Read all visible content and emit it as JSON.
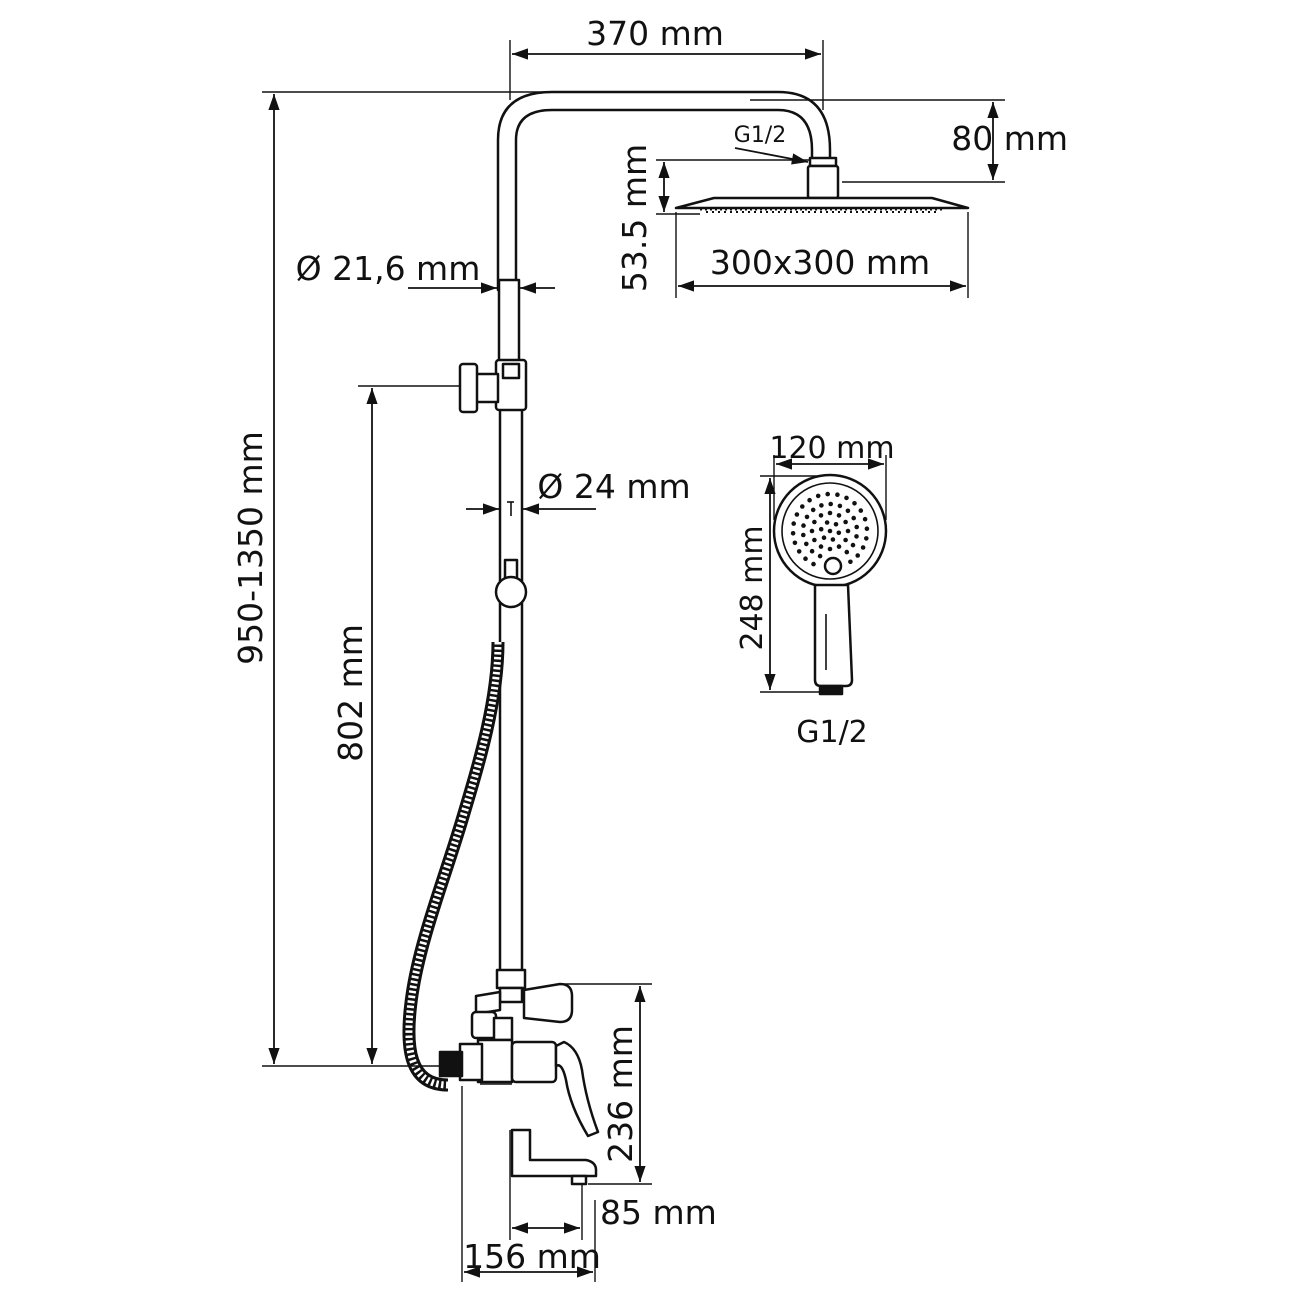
{
  "dimensions": {
    "arm_reach": "370 mm",
    "arm_height": "80 mm",
    "rain_head_connection": "G1/2",
    "rain_head_thickness": "53.5 mm",
    "rain_head_size": "300x300 mm",
    "upper_pipe_diameter": "Ø 21,6 mm",
    "lower_pipe_diameter": "Ø 24 mm",
    "total_height": "950-1350 mm",
    "mixer_to_holder": "802 mm",
    "mixer_height": "236 mm",
    "spout_length": "85 mm",
    "mixer_depth": "156 mm"
  },
  "hand_shower": {
    "width": "120 mm",
    "length": "248 mm",
    "connection": "G1/2"
  },
  "colors": {
    "line": "#111111",
    "background": "#ffffff"
  }
}
